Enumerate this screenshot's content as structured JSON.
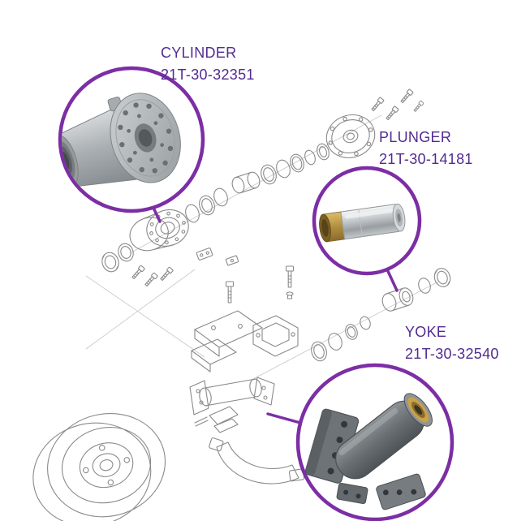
{
  "figure": {
    "type": "exploded-parts-diagram",
    "colors": {
      "callout_ring": "#7c2ea5",
      "connector": "#7c2ea5",
      "label_text": "#532b90",
      "line_art": "#8a8a8a",
      "background": "#ffffff",
      "brass": "#b3903f"
    }
  },
  "diagram": {
    "callouts": [
      {
        "id": "cylinder",
        "label": "CYLINDER",
        "part_number": "21T-30-32351"
      },
      {
        "id": "plunger",
        "label": "PLUNGER",
        "part_number": "21T-30-14181"
      },
      {
        "id": "yoke",
        "label": "YOKE",
        "part_number": "21T-30-32540"
      }
    ]
  }
}
